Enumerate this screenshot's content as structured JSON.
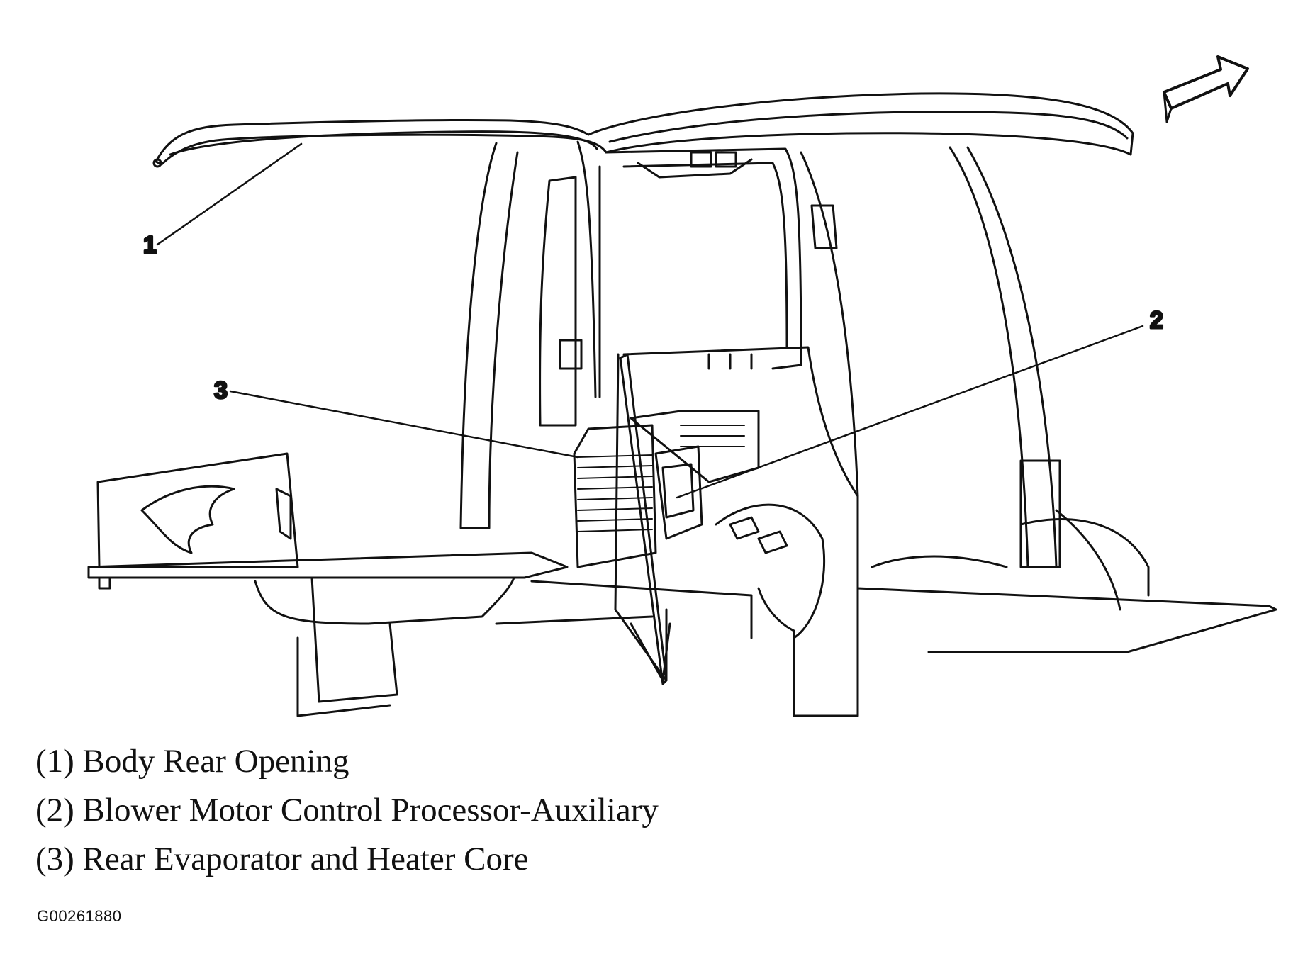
{
  "callouts": [
    {
      "number": "1",
      "label": "(1) Body Rear Opening"
    },
    {
      "number": "2",
      "label": "(2) Blower Motor Control Processor-Auxiliary"
    },
    {
      "number": "3",
      "label": "(3) Rear Evaporator and Heater Core"
    }
  ],
  "figure_id": "G00261880",
  "icons": {
    "direction": "front-direction-arrow-icon"
  }
}
